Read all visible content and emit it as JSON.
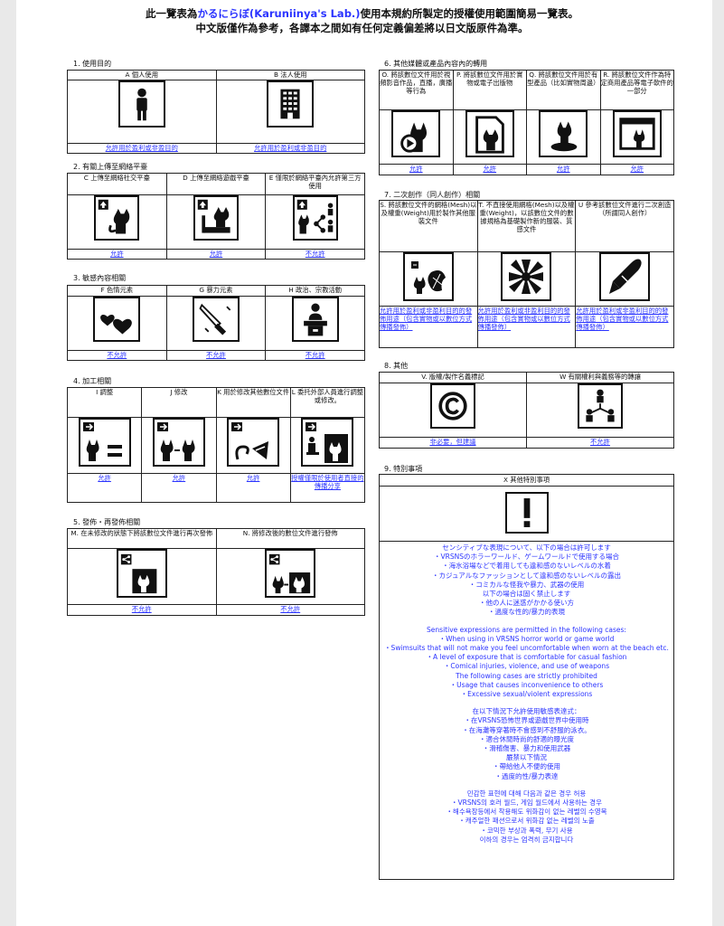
{
  "header": {
    "line1_pre": "此一覽表為",
    "line1_hl": "かるにらぼ(Karuniinya's Lab.)",
    "line1_post": "使用本規約所製定的授權使用範圍簡易一覽表。",
    "line2": "中文版僅作為參考，各譯本之間如有任何定義偏差將以日文版原件為準。"
  },
  "s1": {
    "title": "1. 使用目的",
    "cols": [
      {
        "label": "A 個人使用",
        "icon": "person-icon",
        "perm": "允許用於盈利或非盈目的"
      },
      {
        "label": "B 法人使用",
        "icon": "building-icon",
        "perm": "允許用於盈利或非盈目的"
      }
    ]
  },
  "s2": {
    "title": "2. 有關上傳至網絡平臺",
    "cols": [
      {
        "label": "C 上傳至網絡社交平臺",
        "icon": "upload-cat-icon",
        "perm": "允許"
      },
      {
        "label": "D 上傳至網絡遊戲平臺",
        "icon": "upload-game-icon",
        "perm": "允許"
      },
      {
        "label": "E 僅限於網絡平臺內允許第三方使用",
        "icon": "share-third-party-icon",
        "perm": "不允許"
      }
    ]
  },
  "s3": {
    "title": "3. 敏感內容相關",
    "cols": [
      {
        "label": "F 色情元素",
        "icon": "hearts-icon",
        "perm": "不允許"
      },
      {
        "label": "G 暴力元素",
        "icon": "knife-icon",
        "perm": "不允許"
      },
      {
        "label": "H 政治、宗教活動",
        "icon": "podium-icon",
        "perm": "不允許"
      }
    ]
  },
  "s4": {
    "title": "4. 加工相關",
    "cols": [
      {
        "label": "I 調整",
        "icon": "adjust-equal-icon",
        "perm": "允許"
      },
      {
        "label": "J 修改",
        "icon": "modify-icon",
        "perm": "允許"
      },
      {
        "label": "K 用於修改其他數位文件",
        "icon": "modify-other-icon",
        "perm": "允許"
      },
      {
        "label": "L 委托外部人員進行調整或修改。",
        "icon": "commission-icon",
        "perm": "授權僅限於使用者直接的傳播分享"
      }
    ]
  },
  "s5": {
    "title": "5. 發佈・再發佈相關",
    "cols": [
      {
        "label": "M. 在未修改的狀態下將該數位文件進行再次發佈",
        "icon": "redistribute-icon",
        "perm": "不允許"
      },
      {
        "label": "N. 將修改後的數位文件進行發佈",
        "icon": "redistribute-modified-icon",
        "perm": "不允許"
      }
    ]
  },
  "s6": {
    "title": "6. 其他媒體或產品內容內的轉用",
    "cols": [
      {
        "label": "O. 將該數位文件用於視頻影音作品，直播，廣播等行為",
        "icon": "video-play-icon",
        "perm": "允許"
      },
      {
        "label": "P. 將該數位文件用於實物或電子出版物",
        "icon": "publication-icon",
        "perm": "允許"
      },
      {
        "label": "Q. 將該數位文件用於有型產品（比如實物周邊）",
        "icon": "figure-icon",
        "perm": "允許"
      },
      {
        "label": "R. 將該數位文件作為特定商用產品等電子軟件的一部分",
        "icon": "software-window-icon",
        "perm": "允許"
      }
    ]
  },
  "s7": {
    "title": "7. 二次創作（同人創作）相關",
    "cols": [
      {
        "label": "S. 將該數位文件的網格(Mesh)以及權重(Weight)用於製作其他服裝文件",
        "icon": "mesh-clothing-icon",
        "perm": "允許用於盈利或非盈利目的的發佈用途（包含實物或以數位方式傳播發佈）"
      },
      {
        "label": "T. 不直接使用網格(Mesh)以及權重(Weight)，以該數位文件的數據規格為基礎製作新的服裝、質感文件",
        "icon": "texture-icon",
        "perm": "允許用於盈利或非盈利目的的發佈用途（包含實物或以數位方式傳播發佈）"
      },
      {
        "label": "U 參考該數位文件進行二次創造（所謂同人創作）",
        "icon": "pen-icon",
        "perm": "允許用於盈利或非盈利目的的發佈用途（包含實物或以數位方式傳播發佈）"
      }
    ]
  },
  "s8": {
    "title": "8. 其他",
    "cols": [
      {
        "label": "V. 版權/製作名義標記",
        "icon": "copyright-icon",
        "perm": "非必要，但建議"
      },
      {
        "label": "W 有關權利與義務等的轉讓",
        "icon": "transfer-icon",
        "perm": "不允許"
      }
    ]
  },
  "s9": {
    "title": "9. 特別事項",
    "label": "X 其他特別事項",
    "icon": "exclamation-icon",
    "jp": [
      "センシティブな表現について、以下の場合は許可します",
      "・VRSNSのホラーワールド、ゲームワールドで使用する場合",
      "・海水浴場などで着用しても違和感のないレベルの水着",
      "・カジュアルなファッションとして違和感のないレベルの露出",
      "・コミカルな怪我や暴力、武器の使用",
      "以下の場合は固く禁止します",
      "・他の人に迷惑がかかる使い方",
      "・過度な性的/暴力的表現"
    ],
    "en": [
      "Sensitive expressions are permitted in the following cases:",
      "・When using in VRSNS horror world or game world",
      "・Swimsuits that will not make you feel uncomfortable when worn at the beach etc.",
      "・A level of exposure that is comfortable for casual fashion",
      "・Comical injuries, violence, and use of weapons",
      "The following cases are strictly prohibited",
      "・Usage that causes inconvenience to others",
      "・Excessive sexual/violent expressions"
    ],
    "zh": [
      "在以下情況下允許使用敏感表達式：",
      "・在VRSNS恐怖世界或遊戲世界中使用時",
      "・在海灘等穿著時不會感到不舒服的泳衣。",
      "・適合休閒時尚的舒適的曝光度",
      "・滑稽傷害、暴力和使用武器",
      "嚴禁以下情況",
      "・帶給他人不便的使用",
      "・過度的性/暴力表達"
    ],
    "ko": [
      "민감한 표현에 대해 다음과 같은 경우 허용",
      "・VRSNS의 호러 월드, 게임 월드에서 사용하는 경우",
      "・해수욕장등에서 착용해도 위화감이 없는 레벨의 수영복",
      "・캐주얼한 패션으로서 위화감 없는 레벨의 노출",
      "・코믹한 부상과 폭력, 무기 사용",
      "이하의 경우는 엄격히 금지합니다"
    ]
  }
}
